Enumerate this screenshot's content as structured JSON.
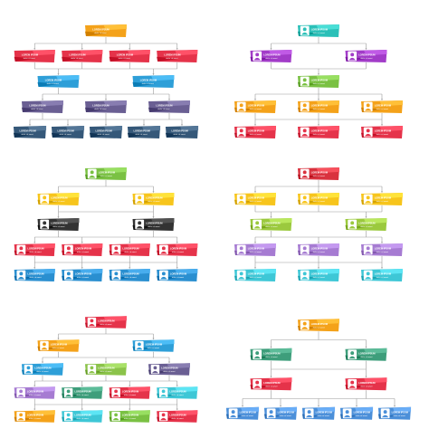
{
  "label": {
    "title": "LOREM IPSUM",
    "subtitle": "dolor sit amet"
  },
  "palette": {
    "orange": "#F4A21A",
    "red": "#E5334A",
    "blue": "#2E9FD8",
    "purple": "#6A5F93",
    "navy": "#355879",
    "teal": "#2BC0B8",
    "violet": "#A23CC8",
    "green": "#7AC143",
    "yellow": "#F7C51C",
    "lime": "#9BC93E",
    "lavender": "#A67BD2",
    "cyan": "#3EC7D6",
    "black": "#333333",
    "sky": "#2A8FD0",
    "darkred": "#D9323E",
    "seagreen": "#3E9E7B",
    "lightblue": "#4B8FD9",
    "lightgreen": "#8BC34A",
    "dark": "#333D4C"
  },
  "charts": [
    {
      "id": "chart-1",
      "avatar_boxes": false,
      "levels": [
        {
          "colors": [
            "orange"
          ]
        },
        {
          "colors": [
            "red",
            "red",
            "red",
            "red"
          ]
        },
        {
          "colors": [
            "blue",
            "blue"
          ]
        },
        {
          "colors": [
            "purple",
            "purple",
            "purple"
          ]
        },
        {
          "colors": [
            "navy",
            "navy",
            "navy",
            "navy",
            "navy"
          ]
        }
      ]
    },
    {
      "id": "chart-2",
      "avatar_boxes": true,
      "levels": [
        {
          "colors": [
            "teal"
          ]
        },
        {
          "colors": [
            "violet",
            "violet"
          ]
        },
        {
          "colors": [
            "green"
          ]
        },
        {
          "colors": [
            "orange",
            "orange",
            "orange"
          ]
        },
        {
          "colors": [
            "red",
            "red",
            "red"
          ]
        }
      ]
    },
    {
      "id": "chart-3",
      "avatar_boxes": true,
      "levels": [
        {
          "colors": [
            "green"
          ]
        },
        {
          "colors": [
            "yellow",
            "yellow"
          ]
        },
        {
          "colors": [
            "black",
            "black"
          ]
        },
        {
          "colors": [
            "red",
            "red",
            "red",
            "red"
          ]
        },
        {
          "colors": [
            "sky",
            "sky",
            "sky",
            "sky"
          ]
        }
      ]
    },
    {
      "id": "chart-4",
      "avatar_boxes": true,
      "levels": [
        {
          "colors": [
            "darkred"
          ]
        },
        {
          "colors": [
            "yellow",
            "yellow",
            "yellow"
          ]
        },
        {
          "colors": [
            "lime",
            "lime"
          ]
        },
        {
          "colors": [
            "lavender",
            "lavender",
            "lavender"
          ]
        },
        {
          "colors": [
            "cyan",
            "cyan",
            "cyan"
          ]
        }
      ]
    },
    {
      "id": "chart-5",
      "avatar_boxes": true,
      "levels": [
        {
          "colors": [
            "red"
          ]
        },
        {
          "colors": [
            "orange",
            "blue"
          ]
        },
        {
          "colors": [
            "blue",
            "lightgreen",
            "purple"
          ]
        },
        {
          "colors": [
            "lavender",
            "seagreen",
            "red",
            "cyan"
          ]
        },
        {
          "colors": [
            "orange",
            "cyan",
            "green",
            "red"
          ]
        }
      ]
    },
    {
      "id": "chart-6",
      "avatar_boxes": true,
      "levels": [
        {
          "colors": [
            "orange"
          ]
        },
        {
          "colors": [
            "seagreen",
            "seagreen"
          ]
        },
        {
          "colors": [
            "red",
            "red"
          ]
        },
        {
          "colors": [
            "lightblue",
            "lightblue",
            "lightblue",
            "lightblue",
            "lightblue"
          ]
        }
      ]
    }
  ]
}
